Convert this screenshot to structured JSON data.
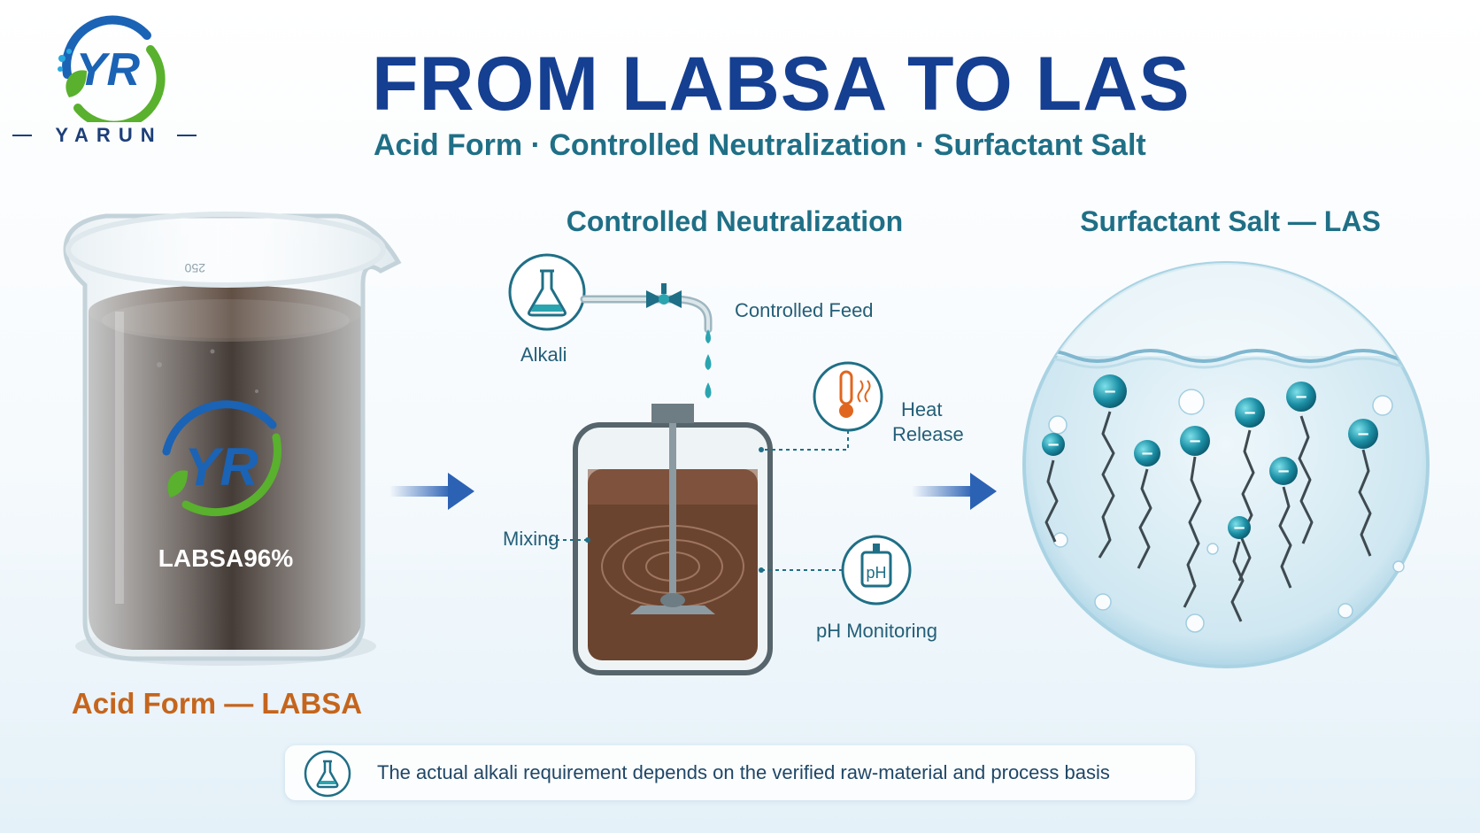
{
  "brand": {
    "name": "YARUN",
    "mark": "YR"
  },
  "title": "FROM LABSA TO LAS",
  "subtitle": "Acid Form · Controlled Neutralization · Surfactant Salt",
  "beaker": {
    "product_label": "LABSA96%",
    "volume_mark": "250",
    "caption": "Acid Form — LABSA"
  },
  "neutralization": {
    "heading": "Controlled Neutralization",
    "alkali": "Alkali",
    "feed": "Controlled Feed",
    "heat": [
      "Heat",
      "Release"
    ],
    "mixing": "Mixing",
    "ph_icon": "pH",
    "ph_label": "pH Monitoring"
  },
  "salt": {
    "heading": "Surfactant Salt — LAS",
    "charge": "−"
  },
  "note": {
    "text": "The actual alkali requirement depends on the verified raw-material and process basis"
  },
  "colors": {
    "title": "#153f91",
    "teal": "#1f6f86",
    "orange": "#c5651d",
    "arrow": "#2c62b4",
    "liquid_dark": "#1c0f08",
    "reactor_liquid": "#6b4430"
  },
  "icons": [
    "flask-icon",
    "thermometer-icon",
    "ph-meter-icon",
    "arrow-right-icon",
    "valve-icon"
  ]
}
